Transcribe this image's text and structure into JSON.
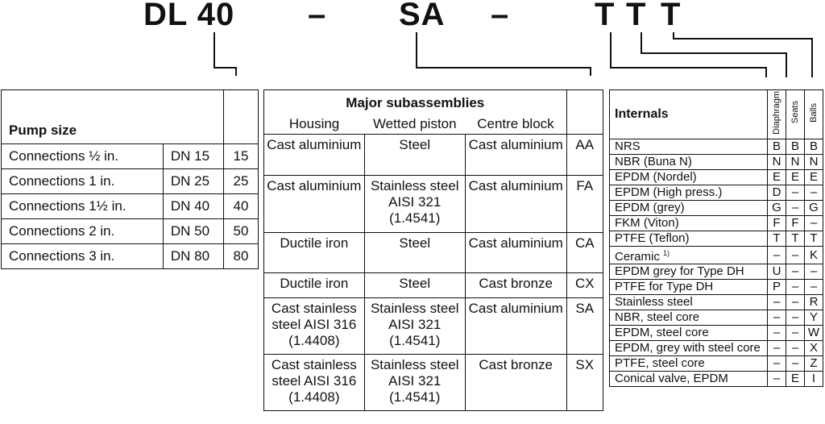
{
  "code": {
    "part1": "DL 40",
    "dash1": "–",
    "part2": "SA",
    "dash2": "–",
    "t1": "T",
    "t2": "T",
    "t3": "T"
  },
  "pump": {
    "header": "Pump size",
    "rows": [
      {
        "label": "Connections ½ in.",
        "dn": "DN 15",
        "value": "15"
      },
      {
        "label": "Connections 1 in.",
        "dn": "DN 25",
        "value": "25"
      },
      {
        "label": "Connections 1½ in.",
        "dn": "DN 40",
        "value": "40"
      },
      {
        "label": "Connections 2 in.",
        "dn": "DN 50",
        "value": "50"
      },
      {
        "label": "Connections 3 in.",
        "dn": "DN 80",
        "value": "80"
      }
    ]
  },
  "major": {
    "title": "Major subassemblies",
    "columns": [
      "Housing",
      "Wetted piston",
      "Centre block"
    ],
    "rows": [
      {
        "housing": "Cast aluminium",
        "piston": "Steel",
        "centre": "Cast aluminium",
        "code": "AA"
      },
      {
        "housing": "Cast aluminium",
        "piston": "Stainless steel AISI 321 (1.4541)",
        "centre": "Cast aluminium",
        "code": "FA"
      },
      {
        "housing": "Ductile iron",
        "piston": "Steel",
        "centre": "Cast aluminium",
        "code": "CA"
      },
      {
        "housing": "Ductile iron",
        "piston": "Steel",
        "centre": "Cast bronze",
        "code": "CX"
      },
      {
        "housing": "Cast stainless steel AISI 316 (1.4408)",
        "piston": "Stainless steel AISI 321 (1.4541)",
        "centre": "Cast aluminium",
        "code": "SA"
      },
      {
        "housing": "Cast stainless steel AISI 316 (1.4408)",
        "piston": "Stainless steel AISI 321 (1.4541)",
        "centre": "Cast bronze",
        "code": "SX"
      }
    ]
  },
  "internals": {
    "header": "Internals",
    "columns": [
      "Diaphragm",
      "Seats",
      "Balls"
    ],
    "footnote_mark": "1)",
    "rows": [
      {
        "name": "NRS",
        "d": "B",
        "s": "B",
        "b": "B"
      },
      {
        "name": "NBR (Buna N)",
        "d": "N",
        "s": "N",
        "b": "N"
      },
      {
        "name": "EPDM (Nordel)",
        "d": "E",
        "s": "E",
        "b": "E"
      },
      {
        "name": "EPDM (High press.)",
        "d": "D",
        "s": "–",
        "b": "–"
      },
      {
        "name": "EPDM (grey)",
        "d": "G",
        "s": "–",
        "b": "G"
      },
      {
        "name": "FKM (Viton)",
        "d": "F",
        "s": "F",
        "b": "–"
      },
      {
        "name": "PTFE (Teflon)",
        "d": "T",
        "s": "T",
        "b": "T"
      },
      {
        "name": "Ceramic",
        "d": "–",
        "s": "–",
        "b": "K"
      },
      {
        "name": "EPDM grey for Type DH",
        "d": "U",
        "s": "–",
        "b": "–"
      },
      {
        "name": "PTFE for Type DH",
        "d": "P",
        "s": "–",
        "b": "–"
      },
      {
        "name": "Stainless steel",
        "d": "–",
        "s": "–",
        "b": "R"
      },
      {
        "name": "NBR, steel core",
        "d": "–",
        "s": "–",
        "b": "Y"
      },
      {
        "name": "EPDM, steel core",
        "d": "–",
        "s": "–",
        "b": "W"
      },
      {
        "name": "EPDM, grey with steel core",
        "d": "–",
        "s": "–",
        "b": "X"
      },
      {
        "name": "PTFE, steel core",
        "d": "–",
        "s": "–",
        "b": "Z"
      },
      {
        "name": "Conical valve, EPDM",
        "d": "–",
        "s": "E",
        "b": "I"
      }
    ]
  }
}
